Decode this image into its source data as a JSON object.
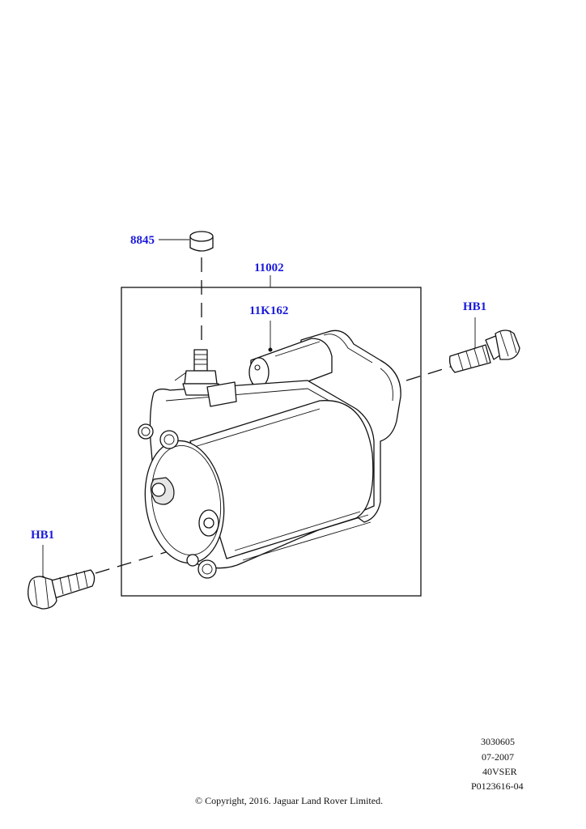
{
  "callouts": {
    "washer_cap": "8845",
    "starter_assembly": "11002",
    "solenoid": "11K162",
    "bolt_right": "HB1",
    "bolt_left": "HB1"
  },
  "reference_block": {
    "line1": "3030605",
    "line2": "07-2007",
    "line3": "40VSER",
    "line4": "P0123616-04"
  },
  "copyright": "© Copyright, 2016. Jaguar Land Rover Limited.",
  "colors": {
    "callout_text": "#1a1adb",
    "line_art": "#111111"
  }
}
